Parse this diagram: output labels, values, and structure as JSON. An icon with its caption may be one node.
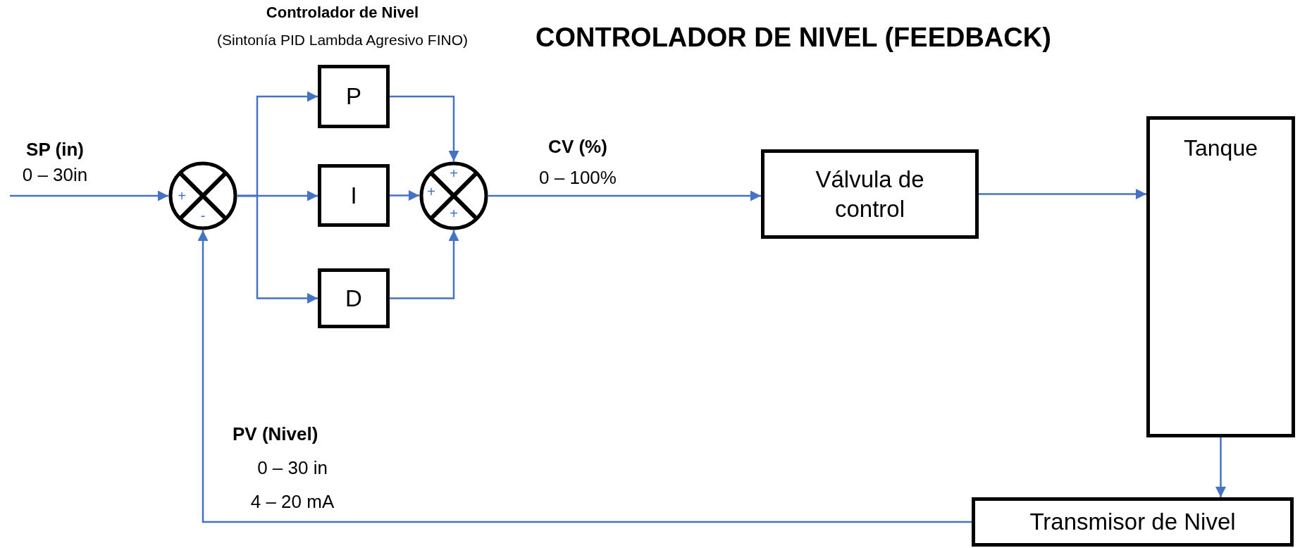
{
  "diagram": {
    "title": "CONTROLADOR DE NIVEL (FEEDBACK)",
    "nodes": [
      {
        "text": [
          "SP (in)",
          "0 – 30in"
        ]
      },
      {
        "text": [
          "+",
          "-"
        ]
      },
      {
        "text": [
          "P"
        ]
      },
      {
        "text": [
          "I"
        ]
      },
      {
        "text": [
          "D"
        ]
      },
      {
        "text": [
          "+",
          "+",
          "+"
        ]
      },
      {
        "text": [
          "Válvula de control"
        ]
      },
      {
        "text": [
          "Tanque"
        ]
      },
      {
        "text": [
          "Transmisor de Nivel"
        ]
      }
    ],
    "edges": [
      {
        "from": 0,
        "to": 1,
        "arrow": "to"
      },
      {
        "from": 1,
        "to": 2,
        "arrow": "to"
      },
      {
        "from": 1,
        "to": 3,
        "arrow": "to"
      },
      {
        "from": 1,
        "to": 4,
        "arrow": "to"
      },
      {
        "from": 2,
        "to": 5,
        "arrow": "to"
      },
      {
        "from": 3,
        "to": 5,
        "arrow": "to"
      },
      {
        "from": 4,
        "to": 5,
        "arrow": "to"
      },
      {
        "from": 5,
        "to": 6,
        "arrow": "to"
      },
      {
        "from": 6,
        "to": 7,
        "arrow": "to"
      },
      {
        "from": 7,
        "to": 8,
        "arrow": "to"
      },
      {
        "from": 8,
        "to": 1,
        "arrow": "to"
      }
    ],
    "labels": [
      "Controlador de Nivel",
      "(Sintonía PID Lambda Agresivo FINO)",
      "CV (%)",
      "0 – 100%",
      "PV (Nivel)",
      "0 – 30 in",
      "4 – 20 mA"
    ]
  }
}
